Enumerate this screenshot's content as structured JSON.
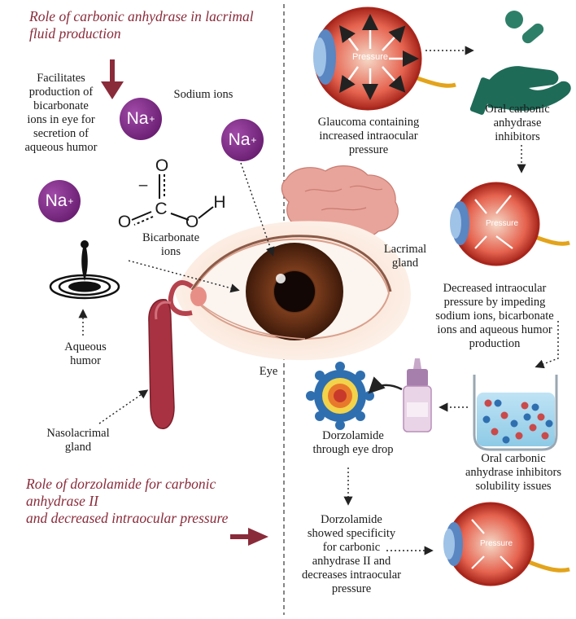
{
  "headings": {
    "top": "Role of  carbonic anhydrase in lacrimal\nfluid production",
    "bottom": "Role of  dorzolamide for carbonic\nanhydrase II\nand decreased intraocular pressure"
  },
  "left": {
    "facilitates": "Facilitates\nproduction of\nbicarbonate\nions in eye for\nsecretion of\naqueous humor",
    "sodium_ions": "Sodium ions",
    "na_symbol": "Na",
    "na_charge": "+",
    "bicarbonate_ions": "Bicarbonate\nions",
    "aqueous_humor": "Aqueous\nhumor",
    "nasolacrimal_gland": "Nasolacrimal\ngland",
    "lacrimal_gland": "Lacrimal\ngland",
    "eye": "Eye",
    "molecule": {
      "o_top": "O",
      "c": "C",
      "minus": "–",
      "o_left": "O",
      "o_right": "O",
      "h": "H"
    }
  },
  "right": {
    "glaucoma": "Glaucoma containing\nincreased intraocular\npressure",
    "oral_inhibitors": "Oral carbonic\nanhydrase\ninhibitors",
    "decreased_pressure": "Decreased intraocular\npressure by impeding\nsodium ions, bicarbonate\nions and aqueous humor\nproduction",
    "solubility": "Oral carbonic\nanhydrase inhibitors\nsolubility issues",
    "dorzolamide_drop": "Dorzolamide\nthrough eye drop",
    "specificity": "Dorzolamide\nshowed specificity\nfor carbonic\nanhydrase II and\ndecreases intraocular\npressure",
    "pressure_label": "Pressure"
  },
  "colors": {
    "heading": "#8a2b3a",
    "sodium": "#6b1f73",
    "eye_red": "#c8392b",
    "iris": "#5a2a14",
    "gland": "#e8a49a",
    "hand": "#1e6b58"
  }
}
